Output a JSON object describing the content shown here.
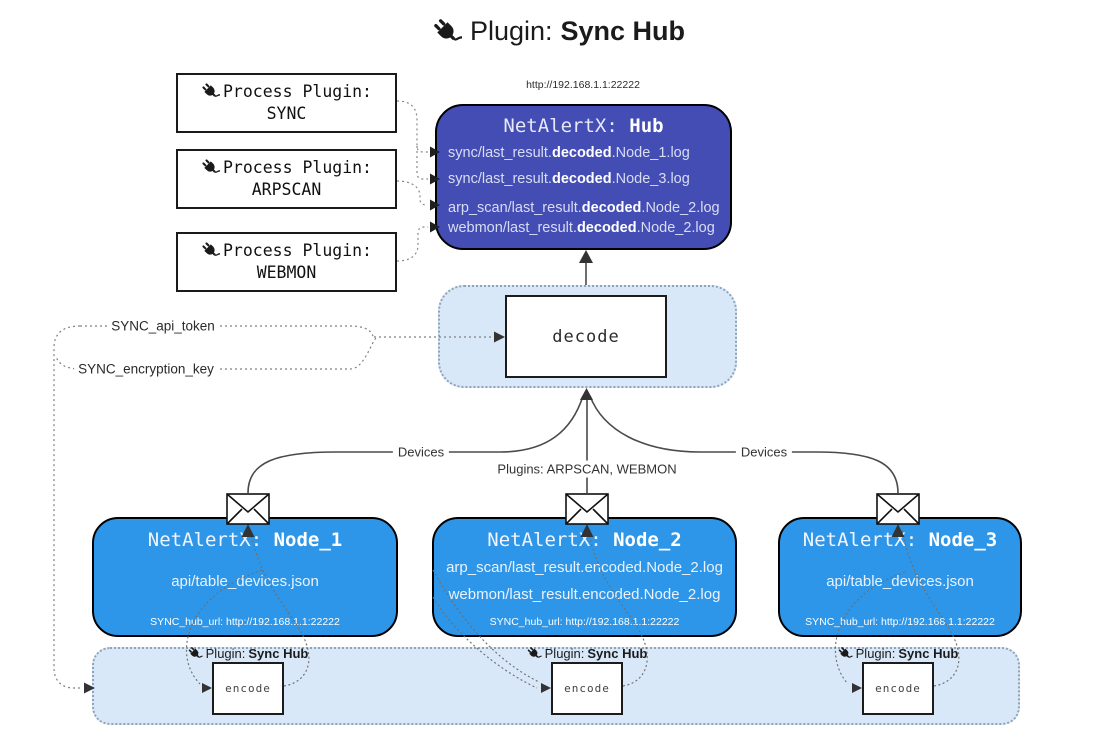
{
  "title": {
    "prefix": "Plugin: ",
    "bold": "Sync Hub"
  },
  "hub": {
    "url": "http://192.168.1.1:22222",
    "name_prefix": "NetAlertX: ",
    "name_bold": "Hub",
    "logs": [
      {
        "pre": "sync/last_result.",
        "bold": "decoded",
        "post": ".Node_1.log"
      },
      {
        "pre": "sync/last_result.",
        "bold": "decoded",
        "post": ".Node_3.log"
      },
      {
        "pre": "arp_scan/last_result.",
        "bold": "decoded",
        "post": ".Node_2.log"
      },
      {
        "pre": "webmon/last_result.",
        "bold": "decoded",
        "post": ".Node_2.log"
      }
    ]
  },
  "process_plugins": [
    {
      "label": "Process Plugin:",
      "name": "SYNC"
    },
    {
      "label": "Process Plugin:",
      "name": "ARPSCAN"
    },
    {
      "label": "Process Plugin:",
      "name": "WEBMON"
    }
  ],
  "decode_label": "decode",
  "config": {
    "api_token_label": "SYNC_api_token",
    "encryption_key_label": "SYNC_encryption_key"
  },
  "edge_labels": {
    "left": "Devices",
    "middle": "Plugins: ARPSCAN, WEBMON",
    "right": "Devices"
  },
  "nodes": [
    {
      "name_prefix": "NetAlertX: ",
      "name_bold": "Node_1",
      "files": [
        "api/table_devices.json"
      ],
      "hub_url": "SYNC_hub_url: http://192.168.1.1:22222"
    },
    {
      "name_prefix": "NetAlertX: ",
      "name_bold": "Node_2",
      "files": [
        "arp_scan/last_result.encoded.Node_2.log",
        "webmon/last_result.encoded.Node_2.log"
      ],
      "hub_url": "SYNC_hub_url: http://192.168.1.1:22222"
    },
    {
      "name_prefix": "NetAlertX: ",
      "name_bold": "Node_3",
      "files": [
        "api/table_devices.json"
      ],
      "hub_url": "SYNC_hub_url: http://192.168.1.1:22222"
    }
  ],
  "encoder": {
    "plugin_prefix": "Plugin: ",
    "plugin_bold": "Sync Hub",
    "encode_label": "encode"
  },
  "icons": {
    "plug": "plug-icon",
    "envelope": "envelope-icon"
  },
  "colors": {
    "hub_fill": "#434db4",
    "node_fill": "#2d96e8",
    "container_fill": "#d9e8f8",
    "line": "#4a4a4a",
    "arrowhead": "#333333"
  }
}
